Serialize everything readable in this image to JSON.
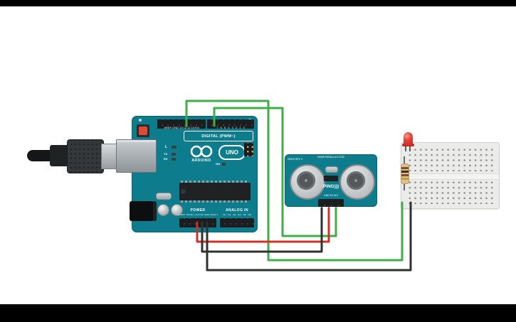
{
  "arduino": {
    "brand_label": "ARDUINO",
    "model_label": "UNO",
    "digital_label": "DIGITAL (PWM~)",
    "digital_pins_left": "AREF GND 13 12 11 10 9 8",
    "digital_pins_right": "7 6 5 4 3 2 1 0",
    "power_label": "POWER",
    "analog_label": "ANALOG IN",
    "power_pins": "IOREF RESET 3V3 5V GND GND VIN",
    "analog_pins": "A0 A1 A2 A3 A4 A5",
    "led_l_label": "L",
    "led_tx_label": "TX",
    "led_rx_label": "RX",
    "led_on_label": "ON",
    "board_color": "#0d7c8c"
  },
  "ping_sensor": {
    "title": "PING)))",
    "website_label": "WWW.PARALLAX.COM",
    "part_label": "28015 REV C",
    "pin_labels": "GND 5V SIG",
    "board_color": "#0d7c8c"
  },
  "wires": {
    "signal_color": "#3fae49",
    "power_color": "#d22f27",
    "ground_color": "#2f3032"
  },
  "led": {
    "color": "#d8372f"
  },
  "resistor": {
    "body_color": "#dcc193"
  }
}
